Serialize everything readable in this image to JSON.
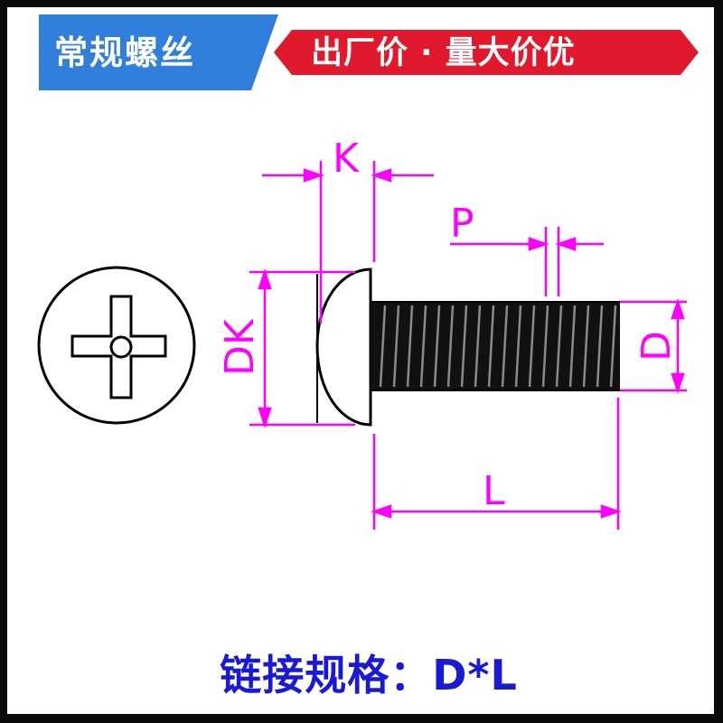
{
  "banner": {
    "category_tag": "常规螺丝",
    "promo_text": "出厂价 · 量大价优"
  },
  "diagram": {
    "dimension_labels": {
      "head_height": "K",
      "pitch": "P",
      "head_diameter": "DK",
      "thread_diameter": "D",
      "length": "L"
    }
  },
  "spec_line": "链接规格：D*L",
  "colors": {
    "banner_blue": "#2f7fdb",
    "banner_red": "#e01a2c",
    "dimension_magenta": "#ff00ff",
    "spec_text_blue": "#1a1ad6",
    "outline": "#000000"
  },
  "icons": [
    "phillips-screw-head-icon",
    "screw-side-view-icon"
  ]
}
